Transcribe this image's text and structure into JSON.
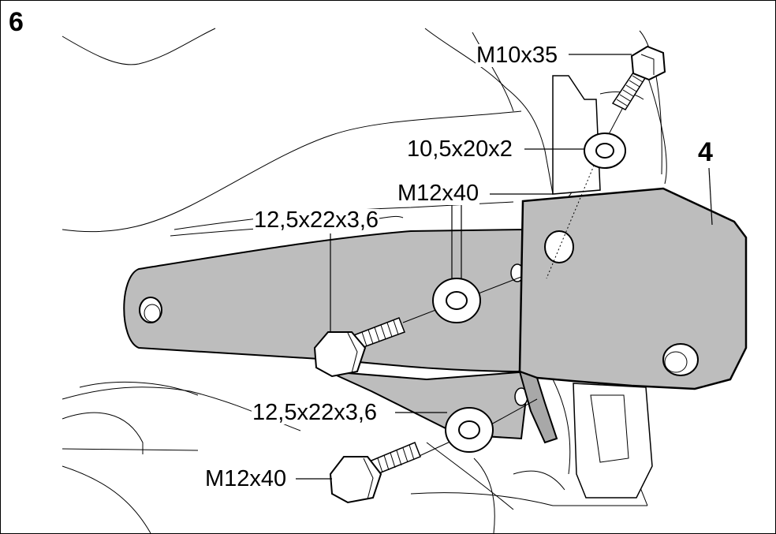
{
  "figure": {
    "step_number": "6",
    "part_number": "4",
    "labels": {
      "bolt_top": "M10x35",
      "washer_top": "10,5x20x2",
      "bolt_middle": "M12x40",
      "washer_upper": "12,5x22x3,6",
      "washer_lower": "12,5x22x3,6",
      "bolt_bottom": "M12x40"
    }
  },
  "colors": {
    "bracket_fill": "#bdbdbd",
    "line": "#000000",
    "background": "#ffffff"
  }
}
